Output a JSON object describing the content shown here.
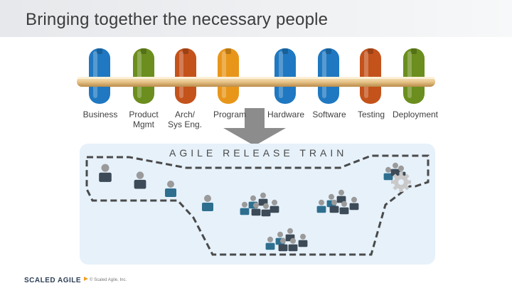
{
  "title": "Bringing together the necessary people",
  "roles": [
    {
      "label": "Business",
      "color": "#1f78c1"
    },
    {
      "label": "Product\nMgmt",
      "color": "#6b8e1e"
    },
    {
      "label": "Arch/\nSys Eng.",
      "color": "#c4521b"
    },
    {
      "label": "Program",
      "color": "#e8961a"
    },
    {
      "label": "Hardware",
      "color": "#1f78c1"
    },
    {
      "label": "Software",
      "color": "#1f78c1"
    },
    {
      "label": "Testing",
      "color": "#c4521b"
    },
    {
      "label": "Deployment",
      "color": "#6b8e1e"
    }
  ],
  "art_label": "AGILE RELEASE TRAIN",
  "footer": {
    "brand": "SCALED AGILE",
    "copyright": "© Scaled Agile, Inc."
  },
  "colors": {
    "art_background": "#e6f1fa",
    "arrow": "#8c8c8c",
    "person_dark": "#3d4a57",
    "person_teal": "#2e6f8f"
  }
}
